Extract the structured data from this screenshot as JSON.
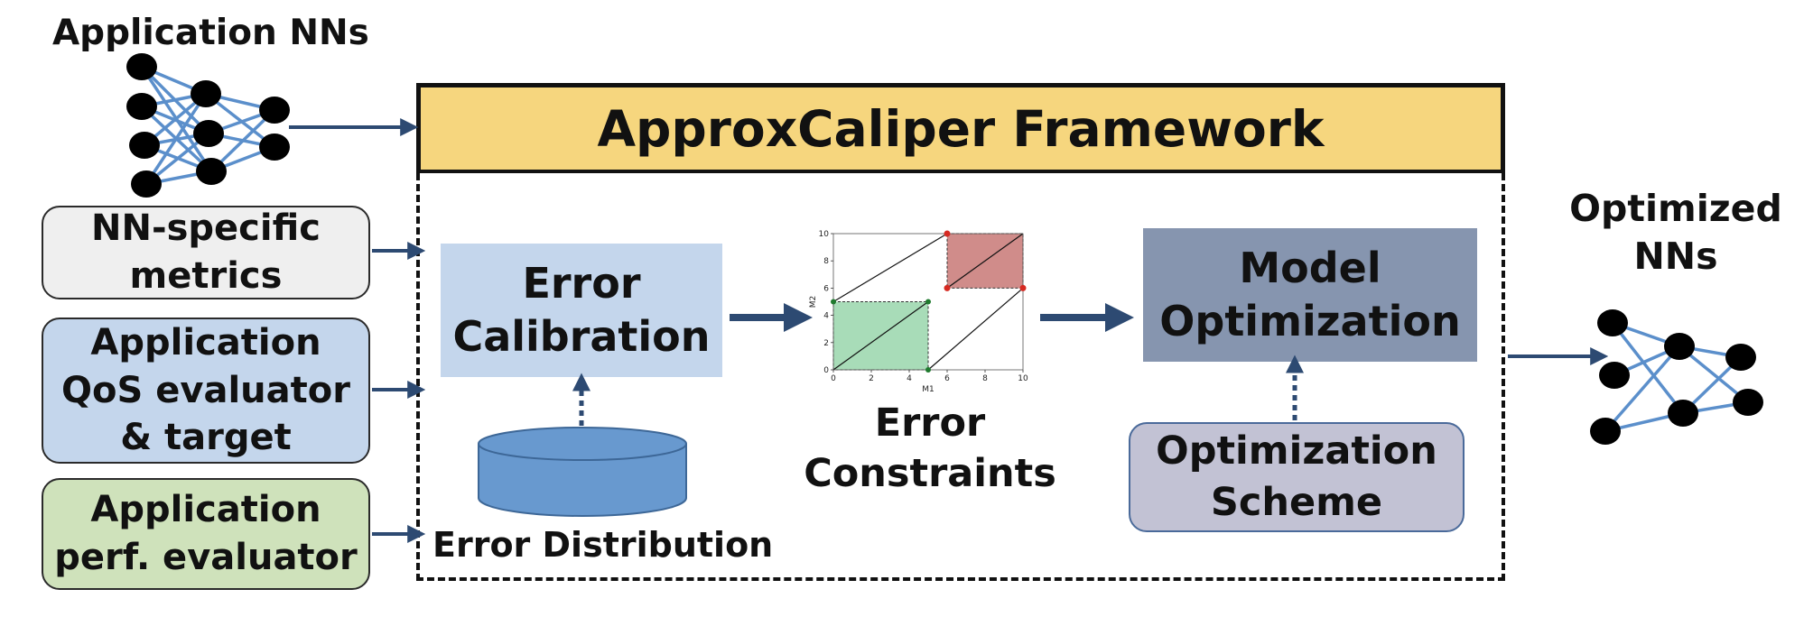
{
  "app_nns_title": "Application NNs",
  "framework_title": "ApproxCaliper Framework",
  "inputs": {
    "nn_metrics": [
      "NN-specific",
      "metrics"
    ],
    "qos": [
      "Application",
      "QoS evaluator",
      "& target"
    ],
    "perf": [
      "Application",
      "perf. evaluator"
    ]
  },
  "error_calibration": [
    "Error",
    "Calibration"
  ],
  "error_distribution": "Error Distribution",
  "error_constraints": [
    "Error",
    "Constraints"
  ],
  "model_optimization": [
    "Model",
    "Optimization"
  ],
  "optimization_scheme": [
    "Optimization",
    "Scheme"
  ],
  "optimized_nns": [
    "Optimized",
    "NNs"
  ],
  "colors": {
    "framework_header": "#f6d67e",
    "nn_metrics_box": "#efefef",
    "qos_box": "#c4d6ec",
    "perf_box": "#cfe2bb",
    "calibration_box": "#c4d6ec",
    "model_box": "#8695af",
    "scheme_box": "#c2c2d4",
    "arrow": "#2d4a72",
    "nn_edge": "#5b8fcb",
    "cylinder": "#6899cf",
    "green_region": "#a8dcb8",
    "red_region": "#d08c8a"
  },
  "chart_data": {
    "type": "diagram-plot",
    "xlabel": "M1",
    "ylabel": "M2",
    "xticks": [
      0,
      2,
      4,
      6,
      8,
      10
    ],
    "yticks": [
      0,
      2,
      4,
      6,
      8,
      10
    ],
    "xlim": [
      0,
      10
    ],
    "ylim": [
      0,
      10
    ],
    "lines": [
      {
        "from": [
          0,
          0
        ],
        "to": [
          5,
          5
        ]
      },
      {
        "from": [
          0,
          5
        ],
        "to": [
          6,
          10
        ]
      },
      {
        "from": [
          5,
          0
        ],
        "to": [
          10,
          6
        ]
      },
      {
        "from": [
          6,
          6
        ],
        "to": [
          10,
          10
        ]
      }
    ],
    "green_region": {
      "x": [
        0,
        5
      ],
      "y": [
        0,
        5
      ]
    },
    "red_region": {
      "x": [
        6,
        10
      ],
      "y": [
        6,
        10
      ]
    },
    "green_points": [
      [
        0,
        5
      ],
      [
        5,
        5
      ],
      [
        5,
        0
      ]
    ],
    "red_points": [
      [
        6,
        10
      ],
      [
        6,
        6
      ],
      [
        10,
        6
      ]
    ]
  }
}
